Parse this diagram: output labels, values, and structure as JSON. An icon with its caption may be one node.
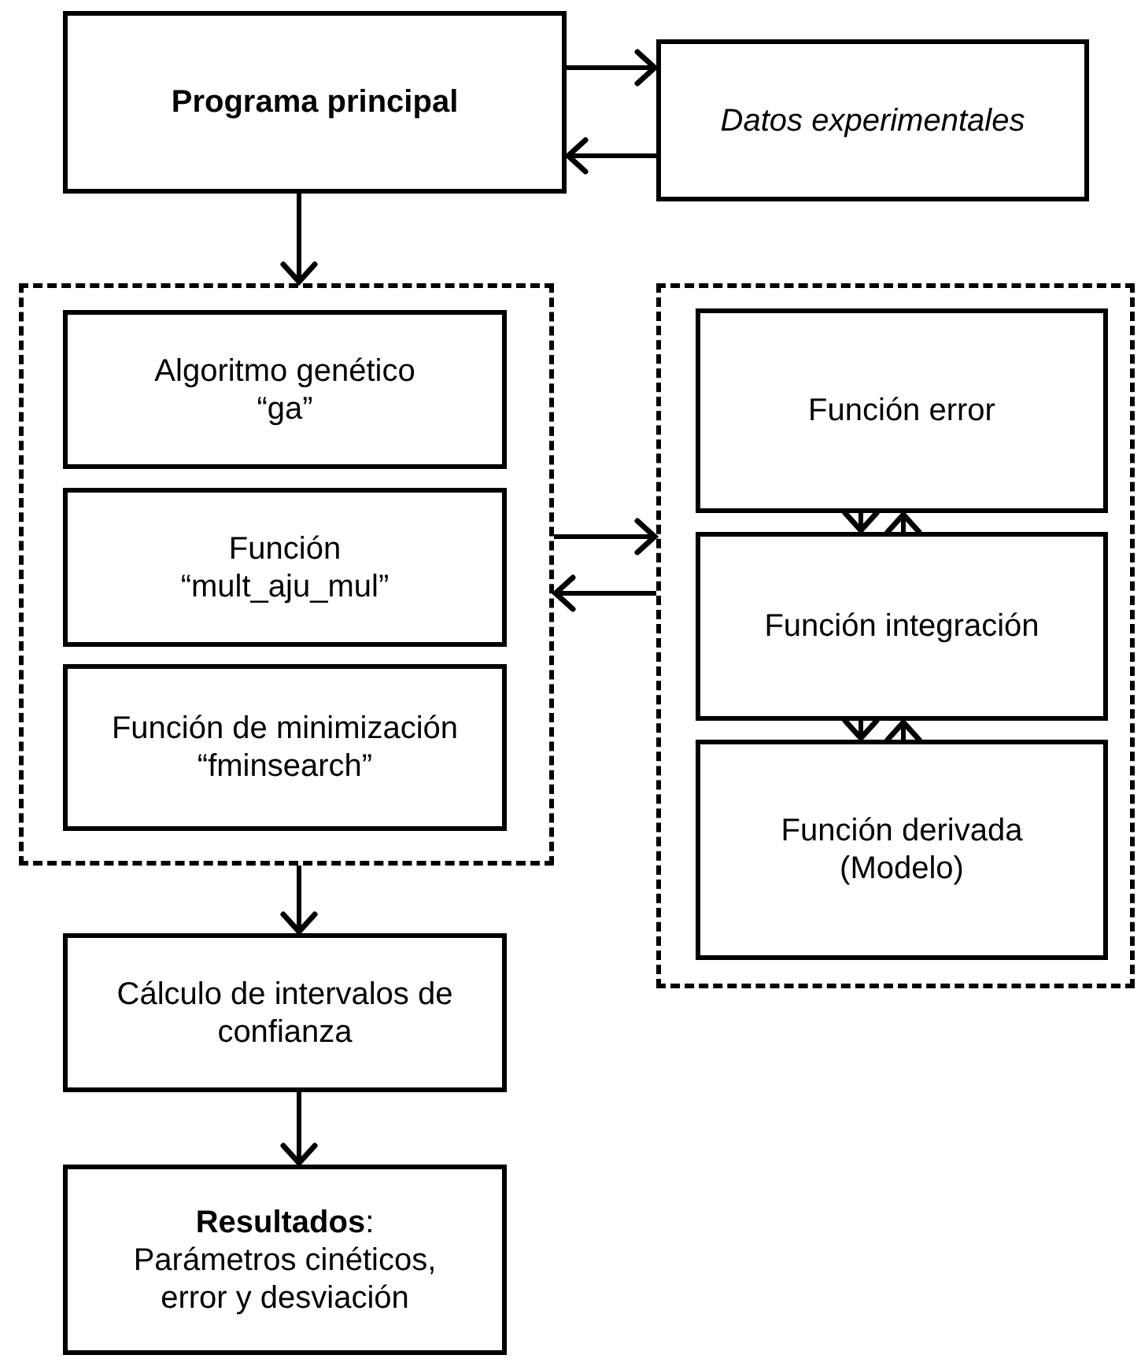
{
  "diagram": {
    "nodes": [
      {
        "text": [
          "Programa principal"
        ]
      },
      {
        "text": [
          "Datos experimentales"
        ]
      },
      {
        "text": [],
        "shape": "box"
      },
      {
        "text": [
          "Algoritmo genético “ga”"
        ],
        "in": 2
      },
      {
        "text": [
          "Función “mult_aju_mul”"
        ],
        "in": 2
      },
      {
        "text": [
          "Función de minimización “fminsearch”"
        ],
        "in": 2
      },
      {
        "text": [],
        "shape": "box"
      },
      {
        "text": [
          "Función error"
        ],
        "in": 6
      },
      {
        "text": [
          "Función integración"
        ],
        "in": 6
      },
      {
        "text": [
          "Función derivada (Modelo)"
        ],
        "in": 6
      },
      {
        "text": [
          "Cálculo de intervalos de confianza"
        ]
      },
      {
        "text": [
          "**Resultados**: Parámetros cinéticos, error y desviación"
        ]
      }
    ],
    "edges": [
      {
        "from": 0,
        "to": 1,
        "arrow": "to"
      },
      {
        "from": 1,
        "to": 0,
        "arrow": "to"
      },
      {
        "from": 0,
        "to": 2,
        "arrow": "to"
      },
      {
        "from": 2,
        "to": 6,
        "arrow": "to"
      },
      {
        "from": 6,
        "to": 2,
        "arrow": "to"
      },
      {
        "from": 7,
        "to": 8,
        "arrow": "to"
      },
      {
        "from": 8,
        "to": 7,
        "arrow": "to"
      },
      {
        "from": 8,
        "to": 9,
        "arrow": "to"
      },
      {
        "from": 9,
        "to": 8,
        "arrow": "to"
      },
      {
        "from": 2,
        "to": 10,
        "arrow": "to"
      },
      {
        "from": 10,
        "to": 11,
        "arrow": "to"
      }
    ]
  }
}
